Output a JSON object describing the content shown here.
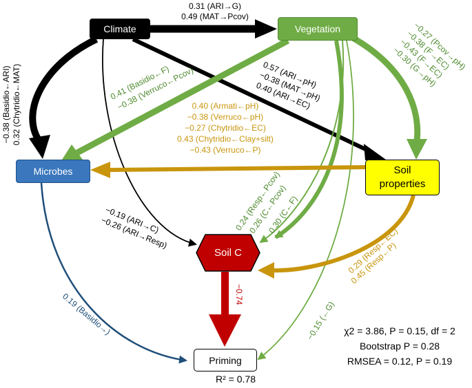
{
  "nodes": {
    "climate": "Climate",
    "vegetation": "Vegetation",
    "microbes": "Microbes",
    "soil_properties_line1": "Soil",
    "soil_properties_line2": "properties",
    "soil_c": "Soil C",
    "priming": "Priming"
  },
  "colors": {
    "climate": "#000000",
    "vegetation": "#6fac45",
    "microbes": "#3a77bd",
    "soil_properties": "#ffff00",
    "soil_c": "#c00000",
    "soil_properties_paths": "#c8950c",
    "microbes_paths": "#1f4e79"
  },
  "paths": {
    "climate_veg": [
      "0.31 (ARI→G)",
      "0.49 (MAT→Pcov)"
    ],
    "climate_microbes": [
      "−0.38 (Basidio←ARI)",
      "0.32 (Chytridio←MAT)"
    ],
    "climate_soilprop": [
      "0.57 (ARI→pH)",
      "−0.38 (MAT→pH)",
      "0.40 (ARI→EC)"
    ],
    "veg_soilprop": [
      "−0.27 (Pcov→pH)",
      "−0.38 (F→EC)",
      "−0.43 (F→EC)",
      "−0.30 (G→pH)"
    ],
    "veg_microbes": [
      "0.41 (Basidio←F)",
      "−0.38 (Verruco←Pcov)"
    ],
    "soilprop_microbes": [
      "0.40 (Armati←pH)",
      "−0.38 (Verruco←pH)",
      "−0.27 (Chytridio←EC)",
      "0.43 (Chytridio←Clay+silt)",
      "−0.43 (Verruco←P)"
    ],
    "climate_soilc": [
      "−0.19 (ARI→C)",
      "−0.26 (ARI→Resp)"
    ],
    "veg_soilc": [
      "0.24 (Resp←Pcov)",
      "0.26 (C←Pcov)",
      "0.30 (C←F)"
    ],
    "soilprop_soilc": [
      "0.29 (Resp←EC)",
      "0.45 (Resp←P)"
    ],
    "soilc_priming": "−0.74",
    "microbes_priming": "0.19 (Basidio→)",
    "veg_priming": "−0.15 (←G)"
  },
  "stats": {
    "r2_label": "R² = 0.78",
    "line1": "χ2 = 3.86, P = 0.15, df = 2",
    "line2": "Bootstrap P = 0.28",
    "line3": "RMSEA = 0.12, P = 0.19"
  }
}
